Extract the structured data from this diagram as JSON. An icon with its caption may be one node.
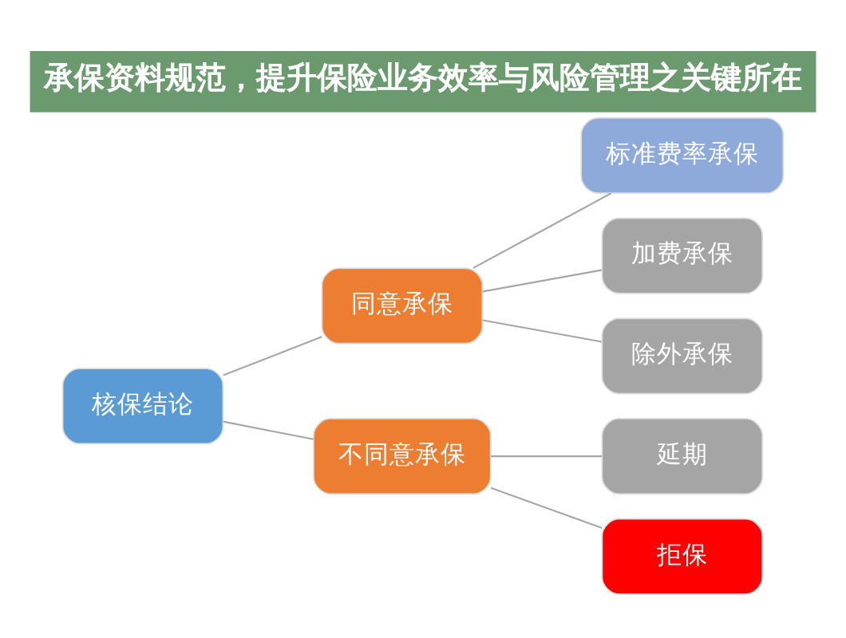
{
  "diagram": {
    "title": "承保资料规范，提升保险业务效率与风险管理之关键所在",
    "nodes": [
      {
        "text": [
          "核保结论"
        ]
      },
      {
        "text": [
          "同意承保"
        ]
      },
      {
        "text": [
          "不同意承保"
        ]
      },
      {
        "text": [
          "标准费率承保"
        ]
      },
      {
        "text": [
          "加费承保"
        ]
      },
      {
        "text": [
          "除外承保"
        ]
      },
      {
        "text": [
          "延期"
        ]
      },
      {
        "text": [
          "拒保"
        ]
      }
    ],
    "edges": [
      {
        "from": 0,
        "to": 1,
        "arrow": "none"
      },
      {
        "from": 0,
        "to": 2,
        "arrow": "none"
      },
      {
        "from": 1,
        "to": 3,
        "arrow": "none"
      },
      {
        "from": 1,
        "to": 4,
        "arrow": "none"
      },
      {
        "from": 1,
        "to": 5,
        "arrow": "none"
      },
      {
        "from": 2,
        "to": 6,
        "arrow": "none"
      },
      {
        "from": 2,
        "to": 7,
        "arrow": "none"
      }
    ]
  }
}
